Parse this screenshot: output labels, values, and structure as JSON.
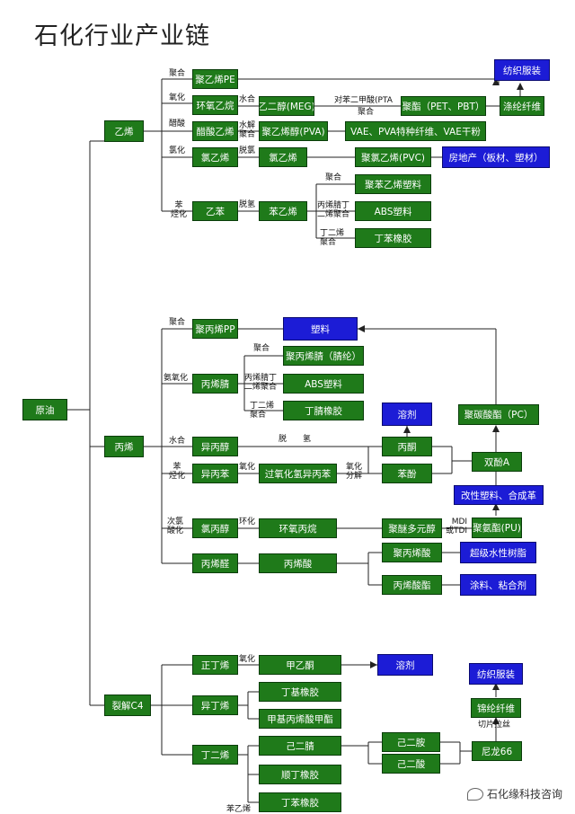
{
  "title": "石化行业产业链",
  "nodes": {
    "yuanyou": "原油",
    "yixi": "乙烯",
    "bingxi": "丙烯",
    "liejie_c4": "裂解C4",
    "pe": "聚乙烯PE",
    "eo": "环氧乙烷",
    "vac": "醋酸乙烯",
    "vcm": "氯乙烯",
    "eb": "乙苯",
    "meg": "乙二醇(MEG)",
    "pva": "聚乙烯醇(PVA)",
    "pvc_mono": "氯乙烯",
    "styrene": "苯乙烯",
    "polyester": "聚酯（PET、PBT）",
    "polyester_fiber": "涤纶纤维",
    "textile_top": "纺织服装",
    "vae": "VAE、PVA特种纤维、VAE干粉",
    "pvc": "聚氯乙烯(PVC)",
    "real_estate": "房地产（板材、塑材）",
    "ps": "聚苯乙烯塑料",
    "abs1": "ABS塑料",
    "sbr": "丁苯橡胶",
    "pp": "聚丙烯PP",
    "plastic": "塑料",
    "acn": "丙烯腈",
    "acrylic_fiber": "聚丙烯腈（腈纶）",
    "abs2": "ABS塑料",
    "nbr": "丁腈橡胶",
    "ipa": "异丙醇",
    "solvent1": "溶剂",
    "acetone": "丙酮",
    "pc": "聚碳酸酯（PC）",
    "cumene": "异丙苯",
    "chp": "过氧化氢异丙苯",
    "phenol": "苯酚",
    "bpa": "双酚A",
    "modified": "改性塑料、合成革",
    "ech": "氯丙醇",
    "po": "环氧丙烷",
    "polyether": "聚醚多元醇",
    "pu": "聚氨酯(PU)",
    "acrolein": "丙烯醛",
    "acrylic_acid": "丙烯酸",
    "paa": "聚丙烯酸",
    "sap": "超级水性树脂",
    "acrylate": "丙烯酸酯",
    "coating": "涂料、粘合剂",
    "n_butene": "正丁烯",
    "mek": "甲乙酮",
    "solvent2": "溶剂",
    "isobutene": "异丁烯",
    "iir": "丁基橡胶",
    "mma": "甲基丙烯酸甲酯",
    "butadiene": "丁二烯",
    "adn": "己二腈",
    "hmda": "己二胺",
    "aa": "己二酸",
    "nylon66": "尼龙66",
    "br": "顺丁橡胶",
    "sbr2": "丁苯橡胶",
    "nylon_fiber": "锦纶纤维",
    "textile_bottom": "纺织服装"
  },
  "labels": {
    "jujuhe": "聚合",
    "yanghua": "氧化",
    "cusuan": "醋酸",
    "lvhua": "氯化",
    "ben_hua": "苯\n烃化",
    "shuihe": "水合",
    "shuijie_juhe": "水解\n聚合",
    "tuolv": "脱氯",
    "tuoqing": "脱氢",
    "pta": "对苯二甲酸(PTA",
    "juhe_pta": "聚合",
    "juhe_ps": "聚合",
    "bingxijing_ding": "丙烯腈丁\n二烯聚合",
    "dingerxi_juhe": "丁二烯\n聚合",
    "juhe_pp": "聚合",
    "anyanghua": "氨氧化",
    "juhe_acn": "聚合",
    "bingxijing_ding2": "丙烯腈丁\n二烯聚合",
    "dingerxi_juhe2": "丁二烯\n聚合",
    "shuihe2": "水合",
    "tuoqing2": "脱　　氢",
    "ben_hua2": "苯\n烃化",
    "yanghua2": "氧化",
    "yanghua_fenjie": "氧化\n分解",
    "cilv_suanhua": "次氯\n酸化",
    "huanhua": "环化",
    "mdi_tdi": "MDI\n或TDI",
    "yanghua3": "氧化",
    "qiepian_lasi": "切片拉丝",
    "ben_yixi": "苯乙烯"
  },
  "colors": {
    "green": "#1f7a1a",
    "blue": "#1c1cd6",
    "line": "#222222"
  },
  "watermark": "石化缘科技咨询"
}
